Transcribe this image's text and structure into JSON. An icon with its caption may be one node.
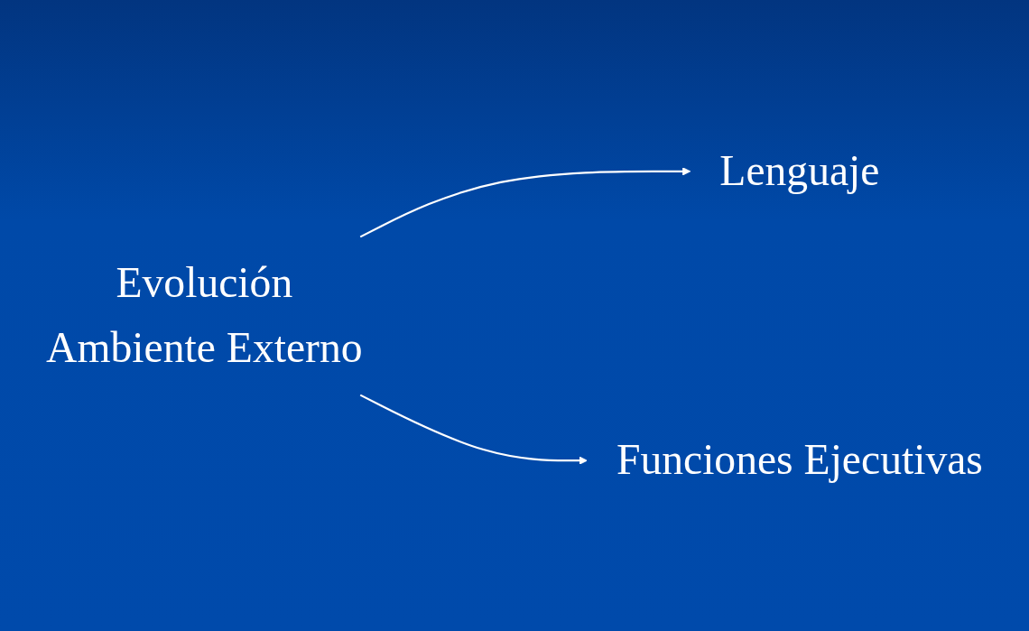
{
  "diagram": {
    "nodes": [
      {
        "text": [
          "Evolución",
          "Ambiente Externo"
        ]
      },
      {
        "text": [
          "Lenguaje"
        ]
      },
      {
        "text": [
          "Funciones Ejecutivas"
        ]
      }
    ],
    "edges": [
      {
        "from": 0,
        "to": 1,
        "arrow": "to"
      },
      {
        "from": 0,
        "to": 2,
        "arrow": "to"
      }
    ]
  }
}
